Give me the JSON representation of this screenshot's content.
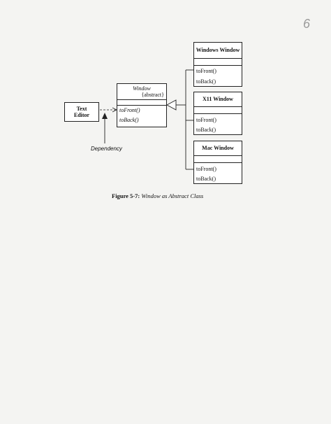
{
  "page": {
    "number": "6"
  },
  "diagram": {
    "text_editor": {
      "label": "Text\nEditor"
    },
    "window": {
      "name": "Window",
      "stereotype": "{abstract}",
      "methods": [
        "toFront()",
        "toBack()"
      ]
    },
    "subclasses": [
      {
        "name": "Windows Window",
        "methods": [
          "toFront()",
          "toBack()"
        ]
      },
      {
        "name": "X11 Window",
        "methods": [
          "toFront()",
          "toBack()"
        ]
      },
      {
        "name": "Mac Window",
        "methods": [
          "toFront()",
          "toBack()"
        ]
      }
    ],
    "dependency_label": "Dependency"
  },
  "caption": {
    "figure_number": "Figure 5-7:",
    "text": "Window as Abstract Class"
  }
}
